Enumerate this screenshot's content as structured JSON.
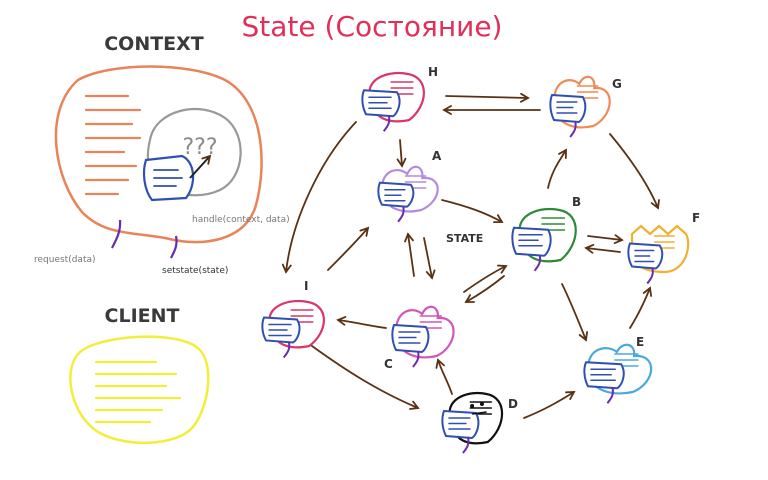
{
  "title": "State (Состояние)",
  "context_label": "CONTEXT",
  "client_label": "CLIENT",
  "state_label": "STATE",
  "unknown_marks": "???",
  "calls": {
    "request": "request(data)",
    "setstate": "setstate(state)",
    "handle": "handle(context, data)"
  },
  "nodes": {
    "H": "H",
    "G": "G",
    "A": "A",
    "B": "B",
    "F": "F",
    "I": "I",
    "C": "C",
    "D": "D",
    "E": "E"
  },
  "colors": {
    "title": "#e0305a",
    "context": "#e8835a",
    "client": "#f2ee3a",
    "arrow": "#5a3213",
    "card": "#2f4fb5",
    "stem": "#6a2bb0",
    "H": "#d9366a",
    "G": "#ef8a55",
    "A": "#b48ae0",
    "B": "#2e8a3a",
    "F": "#f0b030",
    "I": "#d9366a",
    "C": "#d255b8",
    "D": "#111111",
    "E": "#4aa8e0"
  }
}
